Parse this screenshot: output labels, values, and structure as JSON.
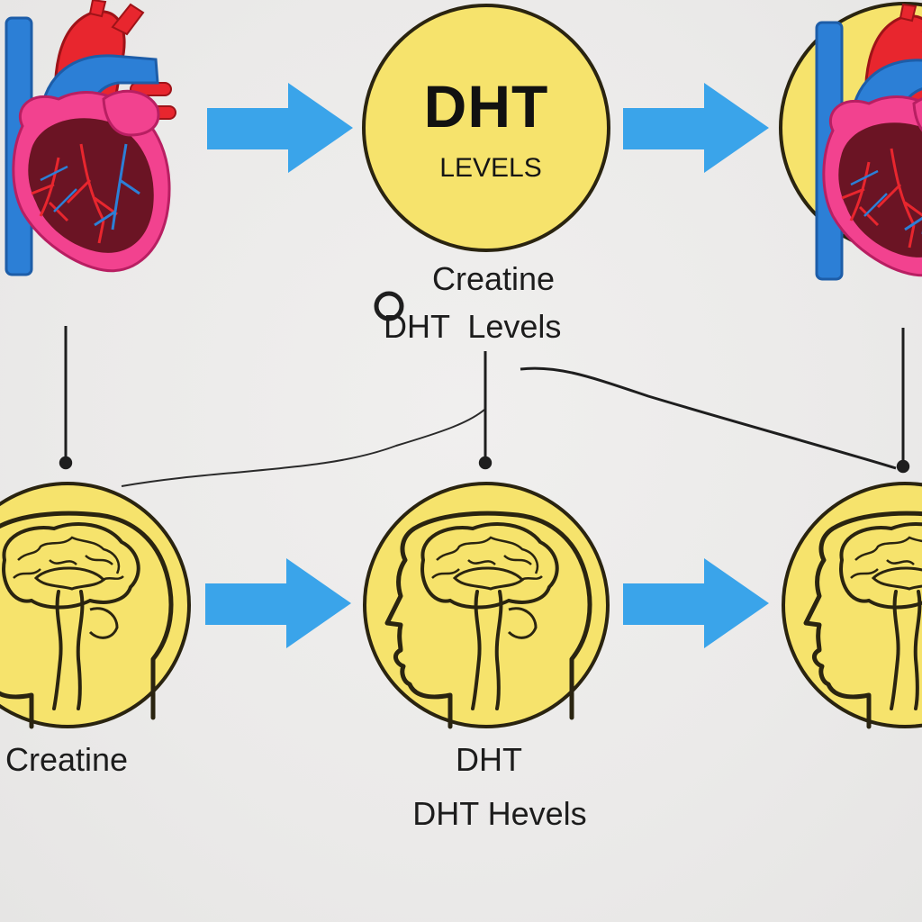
{
  "center_badge": {
    "title": "DHT",
    "subtitle": "LEVELS"
  },
  "labels": {
    "top_caption_line1": "Creatine",
    "top_caption_line2": "DHT  Levels",
    "bottom_left": "Creatine",
    "bottom_center_line1": "DHT",
    "bottom_center_line2": "DHT Hevels"
  },
  "icons": {
    "top_left": "heart-icon",
    "top_right": "heart-icon",
    "badge": "dht-badge",
    "bottom_left": "head-brain-icon",
    "bottom_center": "head-brain-icon",
    "bottom_right": "head-brain-icon"
  },
  "colors": {
    "background": "#ecebea",
    "badge_fill": "#f6e36c",
    "badge_stroke": "#2a2410",
    "arrow": "#3aa4ea",
    "heart_pink": "#f2428f",
    "heart_red": "#e8262e",
    "heart_dark": "#6b1424",
    "vessel_blue": "#2c7fd6",
    "line": "#1e1e1e"
  }
}
